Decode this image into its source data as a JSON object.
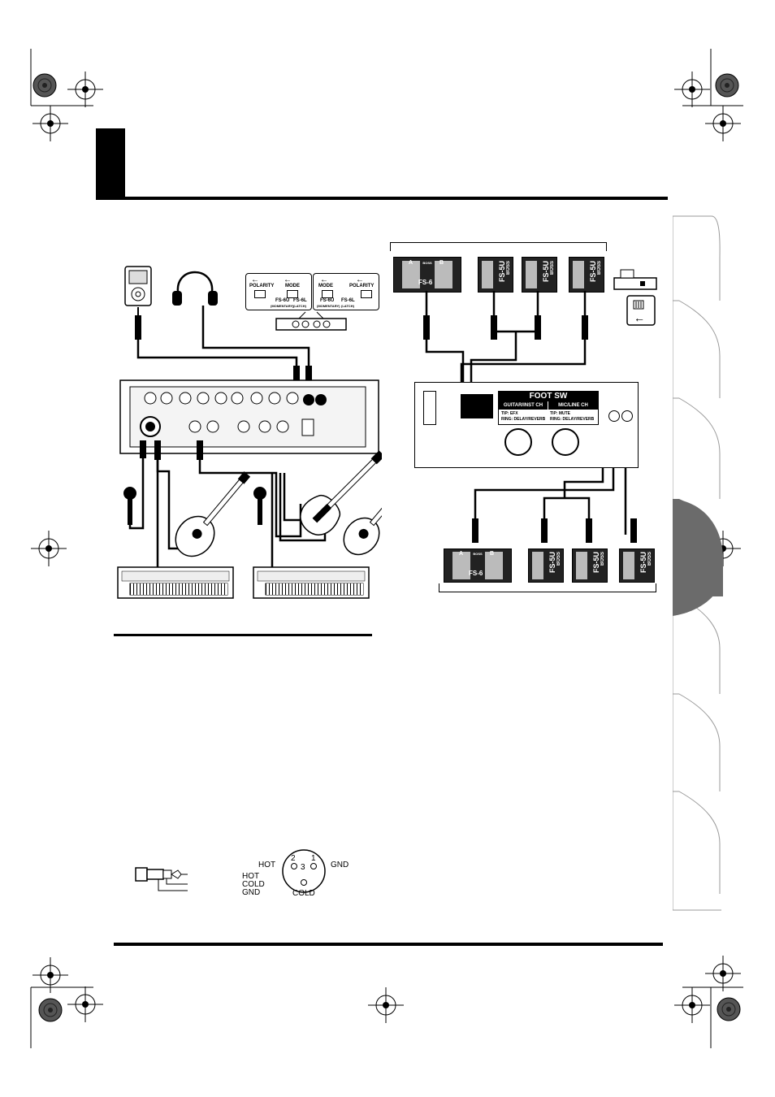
{
  "polarity_switch_left": {
    "polarity": "POLARITY",
    "mode": "MODE",
    "fs6u": "FS-6U",
    "fs6u_sub": "(MOMENTARY)",
    "fs6l": "FS-6L",
    "fs6l_sub": "(LATCH)"
  },
  "polarity_switch_right": {
    "mode": "MODE",
    "polarity": "POLARITY",
    "fs6u": "FS-6U",
    "fs6u_sub": "(MOMENTARY)",
    "fs6l": "FS-6L",
    "fs6l_sub": "(LATCH)"
  },
  "foot_switches_top": [
    {
      "model": "FS-6",
      "brand": "BOSS",
      "pedal_a": "A",
      "pedal_b": "B"
    },
    {
      "model": "FS-5U",
      "brand": "BOSS"
    },
    {
      "model": "FS-5U",
      "brand": "BOSS"
    },
    {
      "model": "FS-5U",
      "brand": "BOSS"
    }
  ],
  "foot_switches_bottom": [
    {
      "model": "FS-6",
      "brand": "BOSS",
      "pedal_a": "A",
      "pedal_b": "B"
    },
    {
      "model": "FS-5U",
      "brand": "BOSS"
    },
    {
      "model": "FS-5U",
      "brand": "BOSS"
    },
    {
      "model": "FS-5U",
      "brand": "BOSS"
    }
  ],
  "rear_panel": {
    "title": "FOOT SW",
    "guitar_ch": "GUITAR/INST CH",
    "mic_ch": "MIC/LINE CH",
    "guitar_tip": "TIP: EFX",
    "guitar_ring": "RING: DELAY/REVERB",
    "mic_tip": "TIP: MUTE",
    "mic_ring": "RING: DELAY/REVERB"
  },
  "xlr_pinout": {
    "hot": "HOT",
    "cold": "COLD",
    "gnd": "GND",
    "pin1": "1",
    "pin2": "2",
    "pin3": "3"
  },
  "wiring_legend": {
    "hot": "HOT",
    "cold": "COLD",
    "gnd": "GND"
  },
  "colors": {
    "ink": "#000000",
    "tab_active": "#6b6b6b",
    "tab_border": "#9a9a9a"
  }
}
